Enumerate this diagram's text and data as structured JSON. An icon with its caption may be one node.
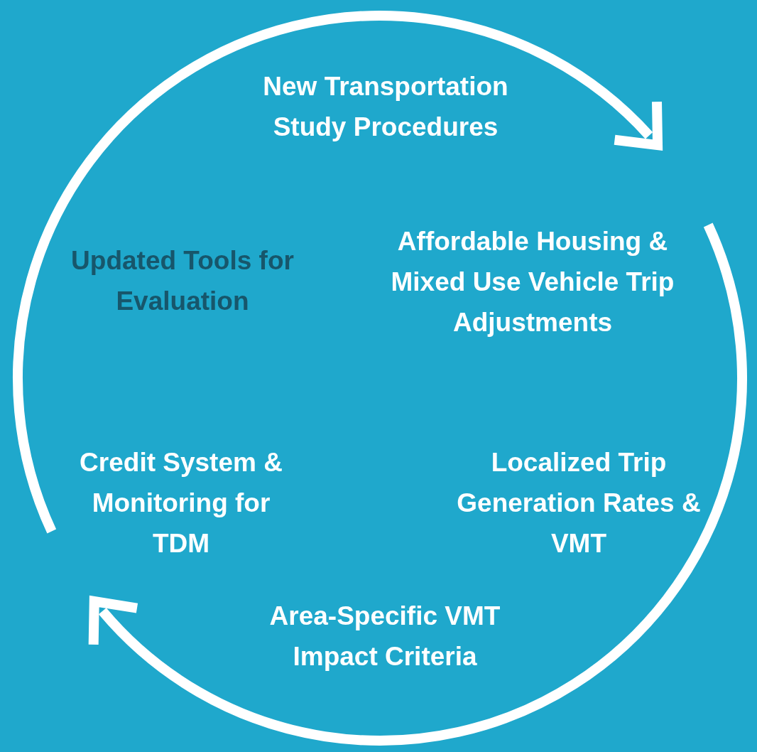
{
  "diagram": {
    "title": "Updated Tools for Evaluation",
    "labels": [
      "New Transportation Study Procedures",
      "Affordable Housing & Mixed Use Vehicle Trip Adjustments",
      "Credit System & Monitoring for TDM",
      "Localized Trip Generation Rates & VMT",
      "Area-Specific VMT Impact Criteria"
    ]
  }
}
